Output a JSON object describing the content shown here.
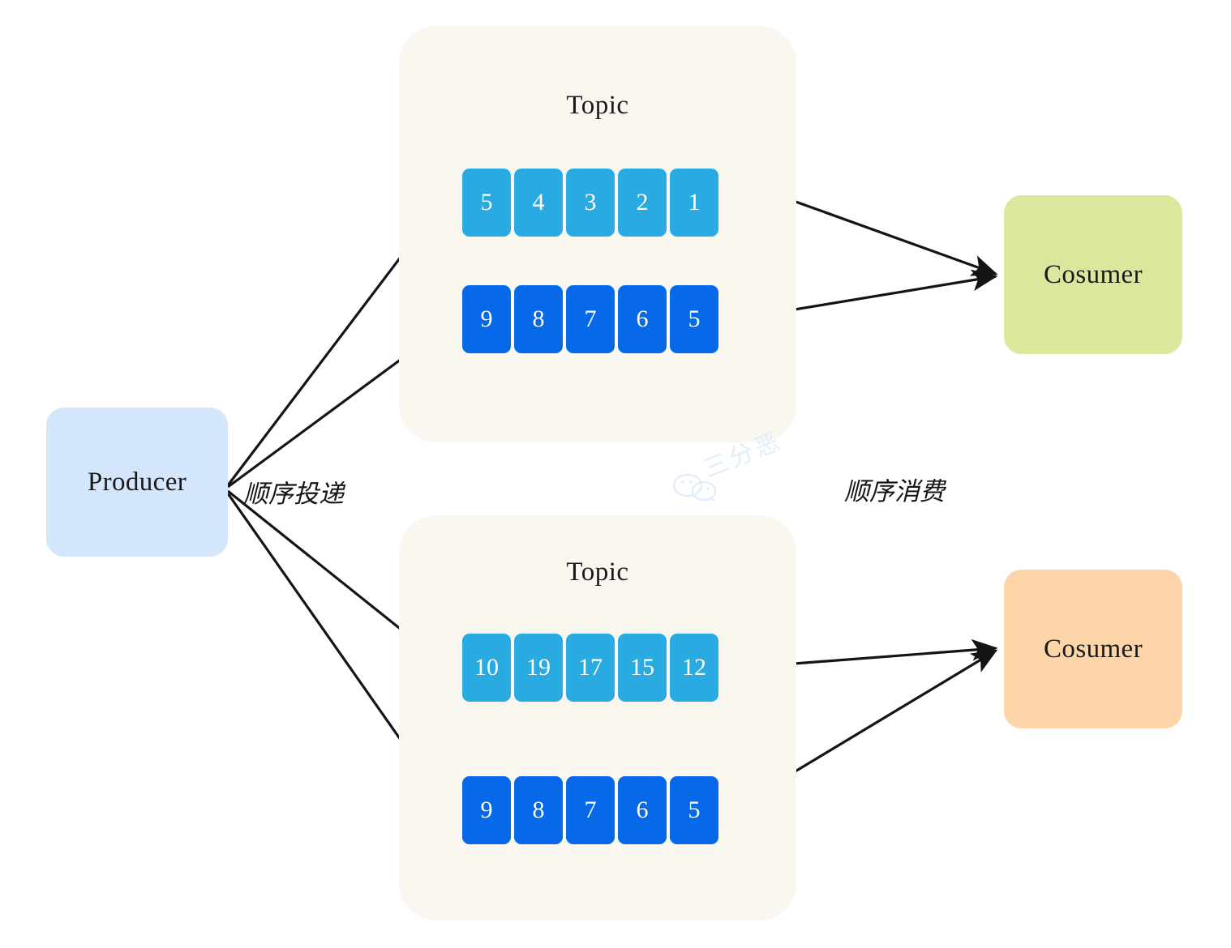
{
  "diagram": {
    "title": "Message queue ordered delivery and ordered consumption",
    "colors": {
      "topic_bg": "#faf7f0",
      "msg_light": "#29abe2",
      "msg_dark": "#0569e8",
      "producer_bg": "#d3e6fb",
      "consumer_green_bg": "#d9e89d",
      "consumer_orange_bg": "#fcd5a8",
      "arrow": "#1a1a1a",
      "canvas_bg": "#ffffff"
    }
  },
  "producer": {
    "label": "Producer"
  },
  "edge_labels": {
    "produce": "顺序投递",
    "consume": "顺序消费"
  },
  "topics": [
    {
      "label": "Topic",
      "queues": [
        {
          "style": "light",
          "messages": [
            "5",
            "4",
            "3",
            "2",
            "1"
          ]
        },
        {
          "style": "dark",
          "messages": [
            "9",
            "8",
            "7",
            "6",
            "5"
          ]
        }
      ]
    },
    {
      "label": "Topic",
      "queues": [
        {
          "style": "light",
          "messages": [
            "10",
            "19",
            "17",
            "15",
            "12"
          ]
        },
        {
          "style": "dark",
          "messages": [
            "9",
            "8",
            "7",
            "6",
            "5"
          ]
        }
      ]
    }
  ],
  "consumers": [
    {
      "label": "Cosumer",
      "style": "consumer-green"
    },
    {
      "label": "Cosumer",
      "style": "consumer-orange"
    }
  ],
  "watermark": {
    "text": "三分恶",
    "icon": "wechat-icon"
  }
}
